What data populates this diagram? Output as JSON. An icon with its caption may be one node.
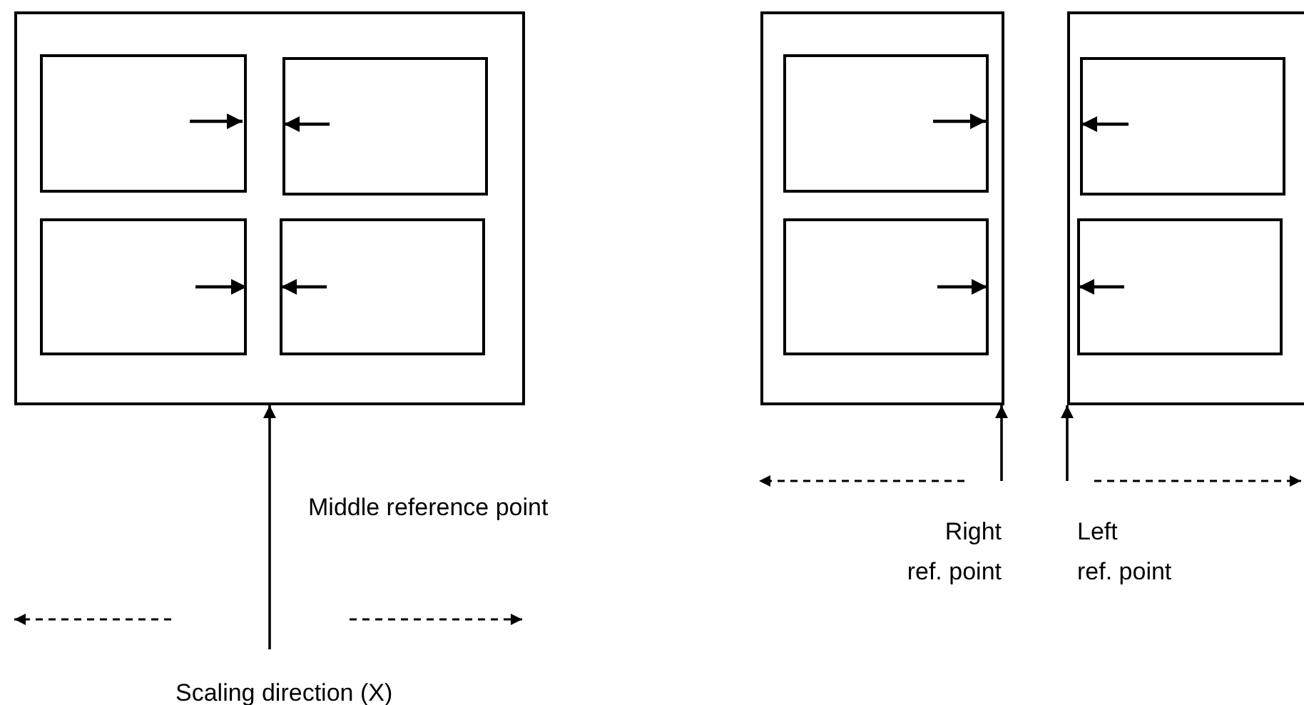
{
  "diagram": {
    "nodes": [
      {
        "text": [],
        "shape": "box"
      },
      {
        "text": [],
        "shape": "box",
        "in": 0
      },
      {
        "text": [],
        "shape": "box",
        "in": 0
      },
      {
        "text": [],
        "shape": "box",
        "in": 0
      },
      {
        "text": [],
        "shape": "box",
        "in": 0
      },
      {
        "text": [],
        "shape": "box"
      },
      {
        "text": [],
        "shape": "box",
        "in": 5
      },
      {
        "text": [],
        "shape": "box",
        "in": 5
      },
      {
        "text": [],
        "shape": "box"
      },
      {
        "text": [],
        "shape": "box",
        "in": 8
      },
      {
        "text": [],
        "shape": "box",
        "in": 8
      }
    ],
    "edges": [
      {
        "from": null,
        "to": 0,
        "arrow": "to"
      },
      {
        "from": null,
        "to": 5,
        "arrow": "to"
      },
      {
        "from": null,
        "to": 8,
        "arrow": "to"
      }
    ],
    "labels": [
      "Middle reference point",
      "Right ref. point",
      "Left ref. point",
      "Scaling direction (X)"
    ]
  }
}
